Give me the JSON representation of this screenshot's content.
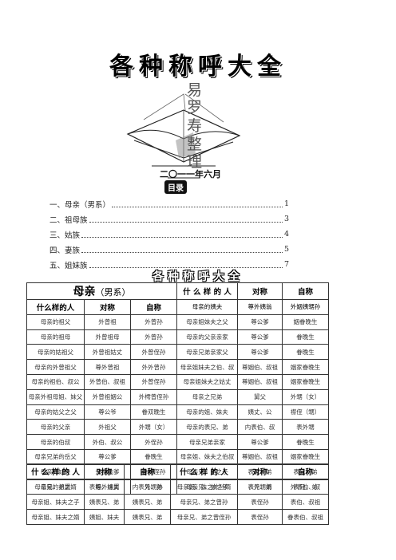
{
  "title": "各种称呼大全",
  "cover": {
    "vertical_text": [
      "易",
      "罗",
      "寿",
      "整",
      "理"
    ],
    "date": "二〇一一年六月",
    "mulu": "目录"
  },
  "toc": [
    {
      "label": "一、母亲（男系）",
      "page": "1"
    },
    {
      "label": "二、祖母族",
      "page": "3"
    },
    {
      "label": "三、姑族",
      "page": "4"
    },
    {
      "label": "四、妻族",
      "page": "5"
    },
    {
      "label": "五、姐妹族",
      "page": "7"
    }
  ],
  "subtitle": "各种称呼大全",
  "table1": {
    "section_main": "母亲",
    "section_sub": "（男系）",
    "right_header": [
      "什 么 样 的 人",
      "对称",
      "自称"
    ],
    "left_header": [
      "什么样的人",
      "对称",
      "自称"
    ],
    "rows": [
      [
        [
          "母亲的祖父",
          "外曾祖",
          "外曾孙"
        ],
        [
          "母亲的姨夫",
          "尊外姨翁",
          "外姻姨甥孙"
        ]
      ],
      [
        [
          "母亲的祖母",
          "外曾祖母",
          "外曾孙"
        ],
        [
          "母亲姐妹夫之父",
          "尊公爹",
          "姻眷晚生"
        ]
      ],
      [
        [
          "母亲的姑祖父",
          "外曾祖姑丈",
          "外曾侄孙"
        ],
        [
          "母亲的父亲亲家",
          "尊公爹",
          "眷晚生"
        ]
      ],
      [
        [
          "母亲的外曾祖父",
          "尊外曾祖",
          "外外曾孙"
        ],
        [
          "母亲兄弟亲家父",
          "尊公爹",
          "眷晚生"
        ]
      ],
      [
        [
          "母亲的祖伯、叔公",
          "外曾伯、叔祖",
          "外曾侄孙"
        ],
        [
          "母亲姐妹夫之伯、叔",
          "尊姻伯、叔祖",
          "姻家眷晚生"
        ]
      ],
      [
        [
          "母亲外祖母姐、妹父",
          "外曾祖姻公",
          "外樗曾侄孙"
        ],
        [
          "母亲姐妹夫之姑丈",
          "尊姻伯、叔祖",
          "姻家眷晚生"
        ]
      ],
      [
        [
          "母亲的姑父之父",
          "尊公爷",
          "眷双晚生"
        ],
        [
          "母亲之兄弟",
          "舅父",
          "外甥（女）"
        ]
      ],
      [
        [
          "母亲的父亲",
          "外祖父",
          "外甥（女）"
        ],
        [
          "母亲的姐、妹夫",
          "姨丈、公",
          "襟侄（甥）"
        ]
      ],
      [
        [
          "母亲的伯叔",
          "外伯、叔公",
          "外侄孙"
        ],
        [
          "母亲的表兄、弟",
          "内表伯、叔",
          "表外甥"
        ]
      ],
      [
        [
          "母亲兄弟的岳父",
          "尊公爹",
          "眷晚生"
        ],
        [
          "母亲兄弟亲家",
          "尊公爹",
          "眷晚生"
        ]
      ],
      [
        [
          "母亲的姑夫",
          "外祖姑爹",
          "眷外侄孙"
        ],
        [
          "母亲姐、妹夫之伯叔",
          "尊姻伯、叔祖",
          "姻家眷晚生"
        ]
      ],
      [
        [
          "母亲的祖舅",
          "尊外祖舅",
          "外甥孙"
        ],
        [
          "母亲兄、弟之子",
          "表兄、弟",
          "表兄、弟"
        ]
      ]
    ]
  },
  "table2": {
    "header": [
      "什 么 样 的 人",
      "对称",
      "自称",
      "什 么 样 的 人",
      "对称",
      "自称"
    ],
    "rows": [
      [
        "母亲兄、弟之婿",
        "表姐、妹夫",
        "内表兄、弟",
        "母亲姐、妹之外孙婿",
        "表外甥婿",
        "外表伯、叔"
      ],
      [
        "母亲姐、妹夫之子",
        "姨表兄、弟",
        "姨表兄、弟",
        "母亲兄、弟之曾孙",
        "表侄孙",
        "表伯、叔祖"
      ],
      [
        "母亲姐、妹夫之婿",
        "姨姐、妹夫",
        "姨表兄、弟",
        "母亲兄、弟之曾侄孙",
        "表侄孙",
        "眷表伯、叔祖"
      ]
    ]
  }
}
